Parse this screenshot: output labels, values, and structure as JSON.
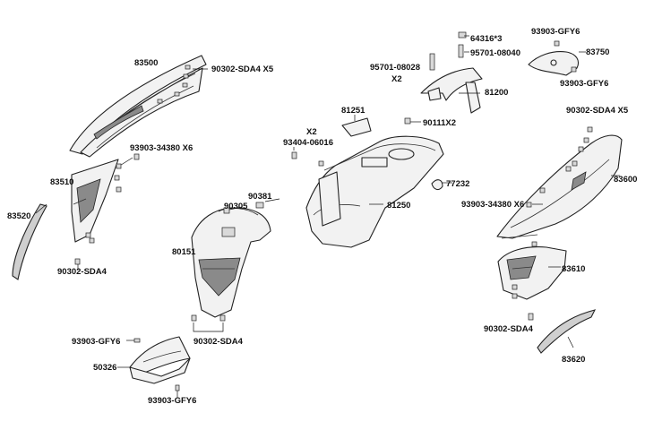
{
  "labels": {
    "p83500": "83500",
    "p90302_sda4_x5_left": "90302-SDA4 X5",
    "p93903_34380_x6_left": "93903-34380 X6",
    "p83510": "83510",
    "p83520": "83520",
    "p90302_sda4_left": "90302-SDA4",
    "p90381": "90381",
    "p90305": "90305",
    "p80151": "80151",
    "p90302_sda4_mid": "90302-SDA4",
    "p93903_gfy6_mid": "93903-GFY6",
    "p50326": "50326",
    "p93903_gfy6_bottom": "93903-GFY6",
    "p64316_3": "64316*3",
    "p95701_08040": "95701-08040",
    "p95701_08028": "95701-08028",
    "p x2_top": "X2",
    "p81200": "81200",
    "p81251": "81251",
    "p90111x2": "90111X2",
    "px2_mid": "X2",
    "p93404_06016": "93404-06016",
    "p77232": "77232",
    "p81250": "81250",
    "p93903_gfy6_top": "93903-GFY6",
    "p83750": "83750",
    "p93903_gfy6_right": "93903-GFY6",
    "p90302_sda4_x5_right": "90302-SDA4 X5",
    "p83600": "83600",
    "p93903_34380_x6_right": "93903-34380 X6",
    "p83610": "83610",
    "p90302_sda4_right": "90302-SDA4",
    "p83620": "83620"
  }
}
